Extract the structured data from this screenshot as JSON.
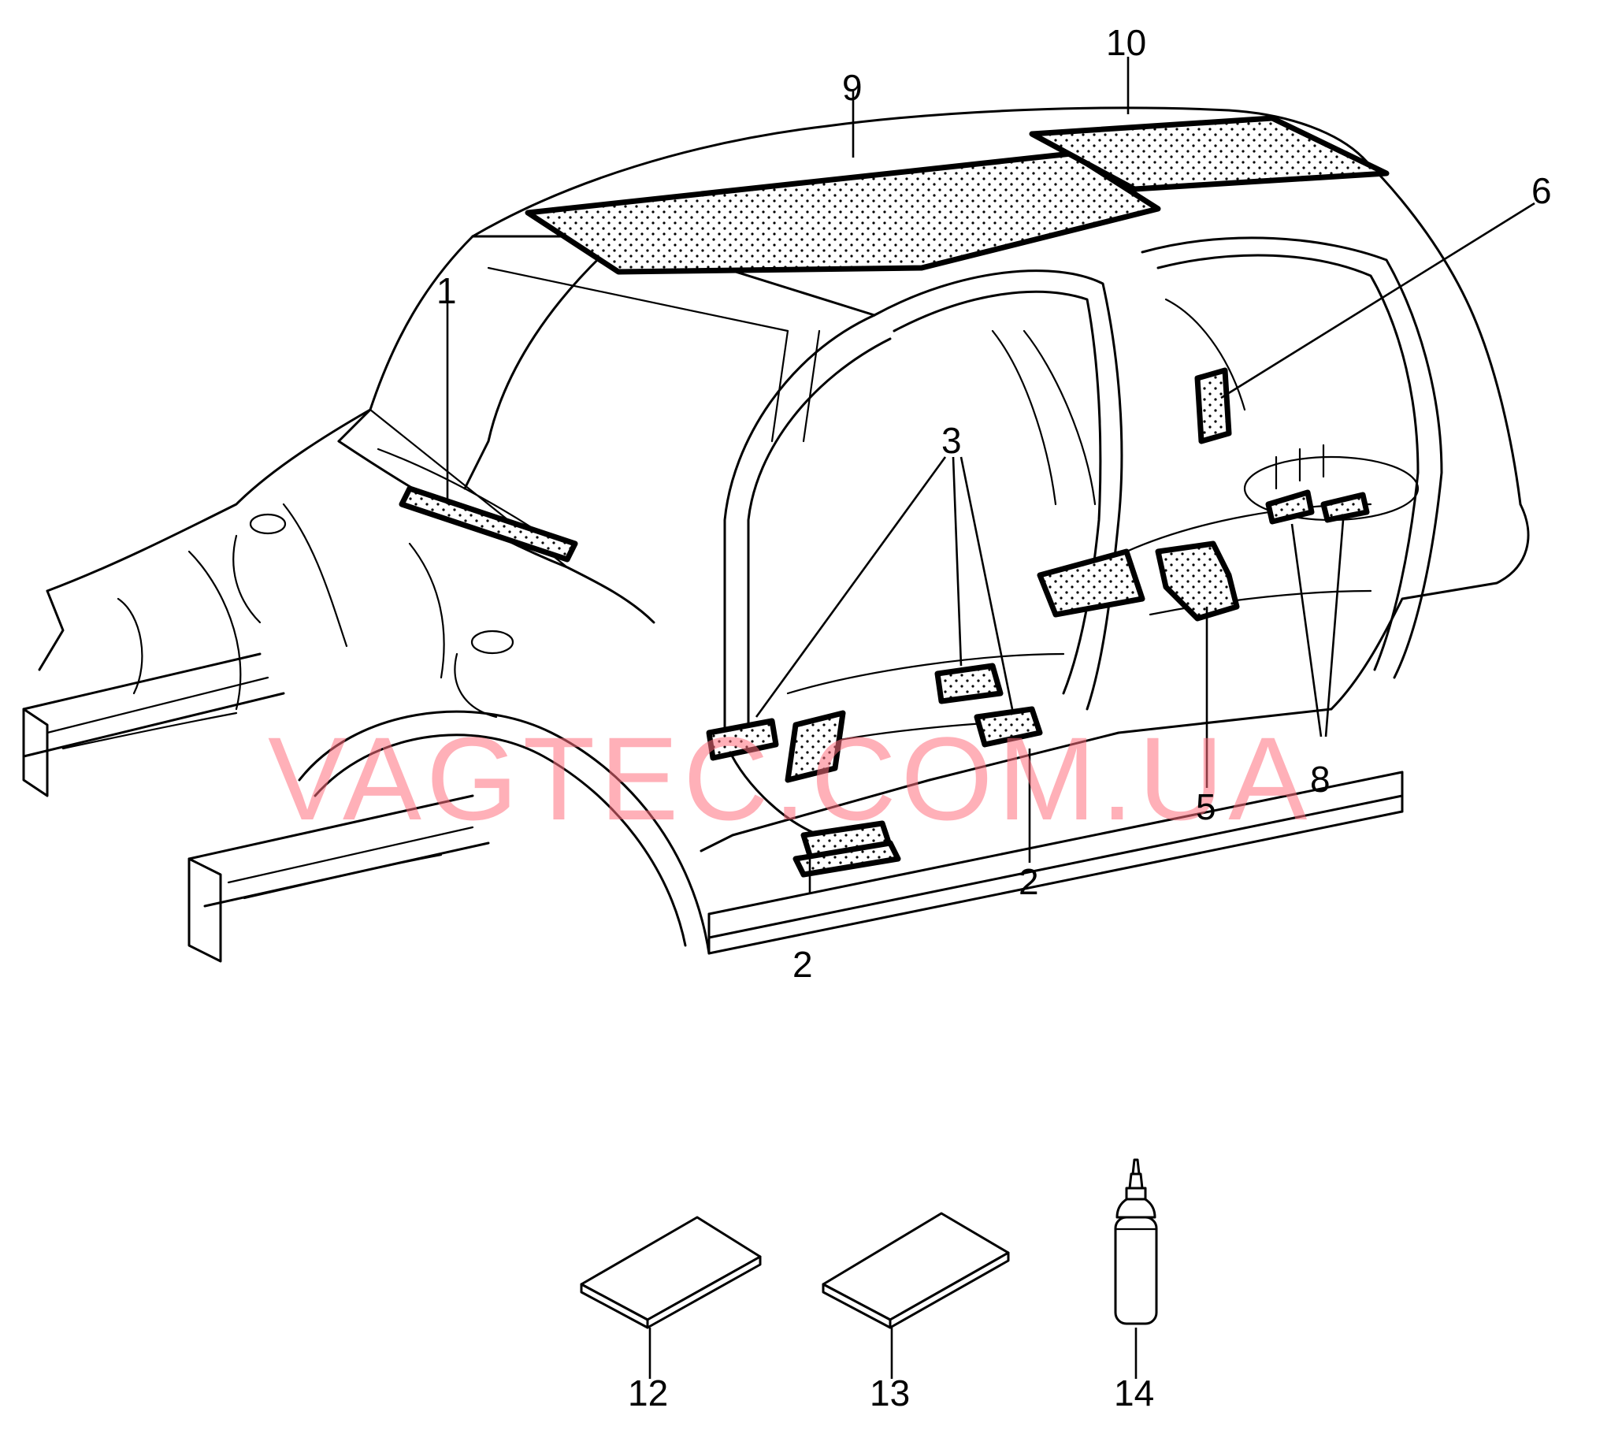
{
  "callouts": {
    "c1": "1",
    "c2a": "2",
    "c2b": "2",
    "c3": "3",
    "c5": "5",
    "c6": "6",
    "c8": "8",
    "c9": "9",
    "c10": "10",
    "c12": "12",
    "c13": "13",
    "c14": "14"
  },
  "watermark": "VAGTEC.COM.UA",
  "colors": {
    "line": "#000000",
    "watermark": "#ff6f7d",
    "background": "#ffffff"
  }
}
